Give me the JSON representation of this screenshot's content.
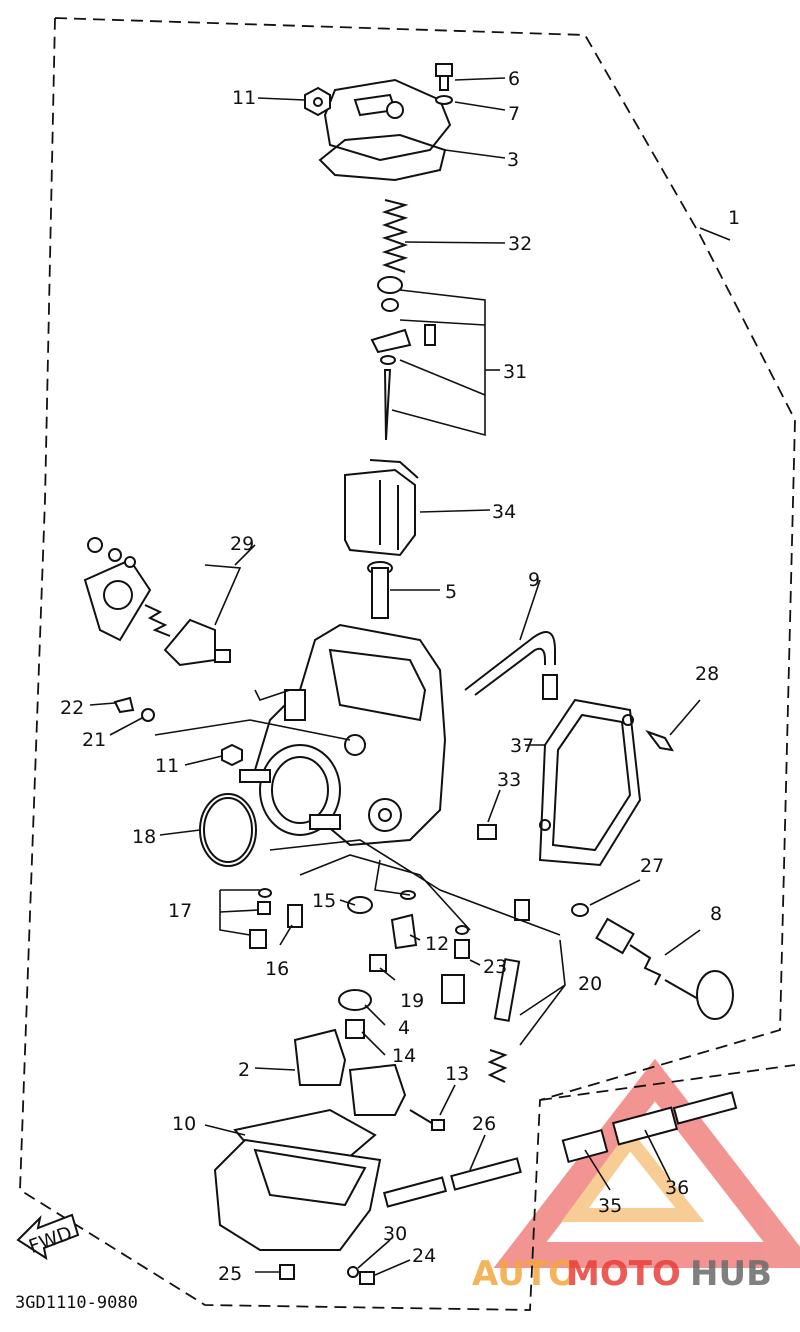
{
  "diagram": {
    "drawing_code": "3GD1110-9080",
    "fwd_label": "FWD",
    "callouts": [
      "1",
      "2",
      "3",
      "4",
      "5",
      "6",
      "7",
      "8",
      "9",
      "10",
      "11",
      "11",
      "12",
      "13",
      "14",
      "15",
      "16",
      "17",
      "18",
      "19",
      "20",
      "21",
      "22",
      "23",
      "24",
      "25",
      "26",
      "27",
      "28",
      "29",
      "30",
      "31",
      "32",
      "33",
      "34",
      "35",
      "36",
      "37"
    ]
  },
  "watermark": {
    "part1": "AUTO",
    "part2": "MOTO",
    "part3": "HUB",
    "colors": {
      "red": "#e8403a",
      "orange": "#f4a640",
      "gray": "#6b6b6b"
    }
  }
}
